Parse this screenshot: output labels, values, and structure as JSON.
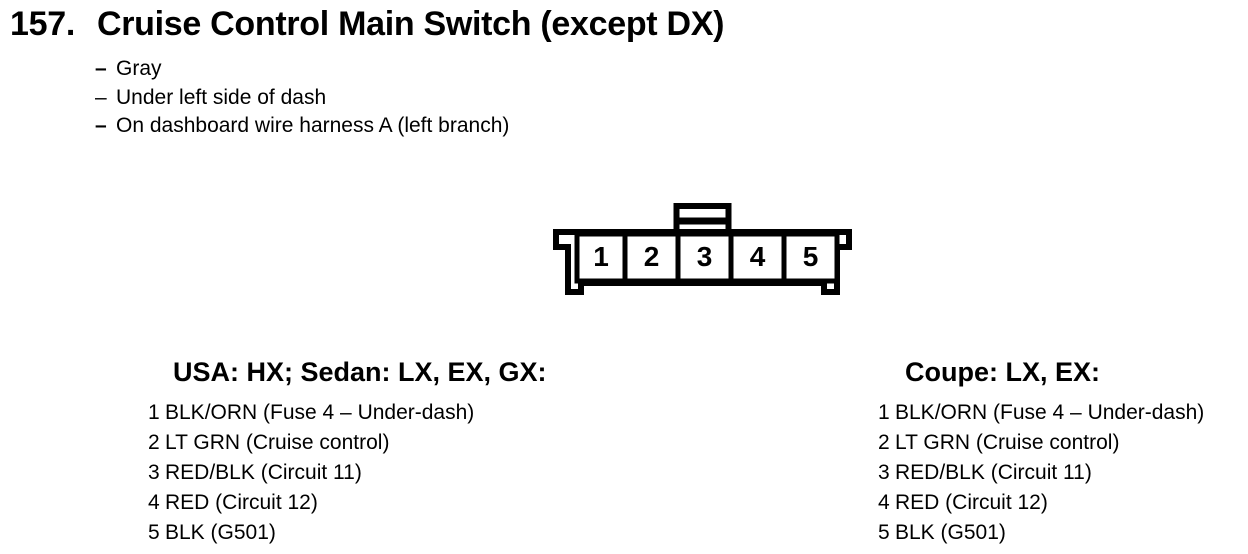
{
  "colors": {
    "ink": "#000000",
    "paper": "#ffffff"
  },
  "header": {
    "number": "157.",
    "title": "Cruise Control Main Switch (except DX)",
    "bullet_char": "–",
    "notes": [
      "Gray",
      "Under left side of dash",
      "On dashboard wire harness A (left branch)"
    ]
  },
  "connector": {
    "pins": [
      "1",
      "2",
      "3",
      "4",
      "5"
    ]
  },
  "columns": [
    {
      "header": "USA: HX; Sedan: LX, EX, GX:",
      "rows": [
        {
          "pin": "1",
          "desc": "BLK/ORN (Fuse 4 – Under-dash)"
        },
        {
          "pin": "2",
          "desc": "LT GRN (Cruise control)"
        },
        {
          "pin": "3",
          "desc": "RED/BLK (Circuit 11)"
        },
        {
          "pin": "4",
          "desc": "RED (Circuit 12)"
        },
        {
          "pin": "5",
          "desc": "BLK (G501)"
        }
      ]
    },
    {
      "header": "Coupe: LX, EX:",
      "rows": [
        {
          "pin": "1",
          "desc": "BLK/ORN (Fuse 4 – Under-dash)"
        },
        {
          "pin": "2",
          "desc": "LT GRN (Cruise control)"
        },
        {
          "pin": "3",
          "desc": "RED/BLK (Circuit 11)"
        },
        {
          "pin": "4",
          "desc": "RED (Circuit 12)"
        },
        {
          "pin": "5",
          "desc": "BLK (G501)"
        }
      ]
    }
  ]
}
